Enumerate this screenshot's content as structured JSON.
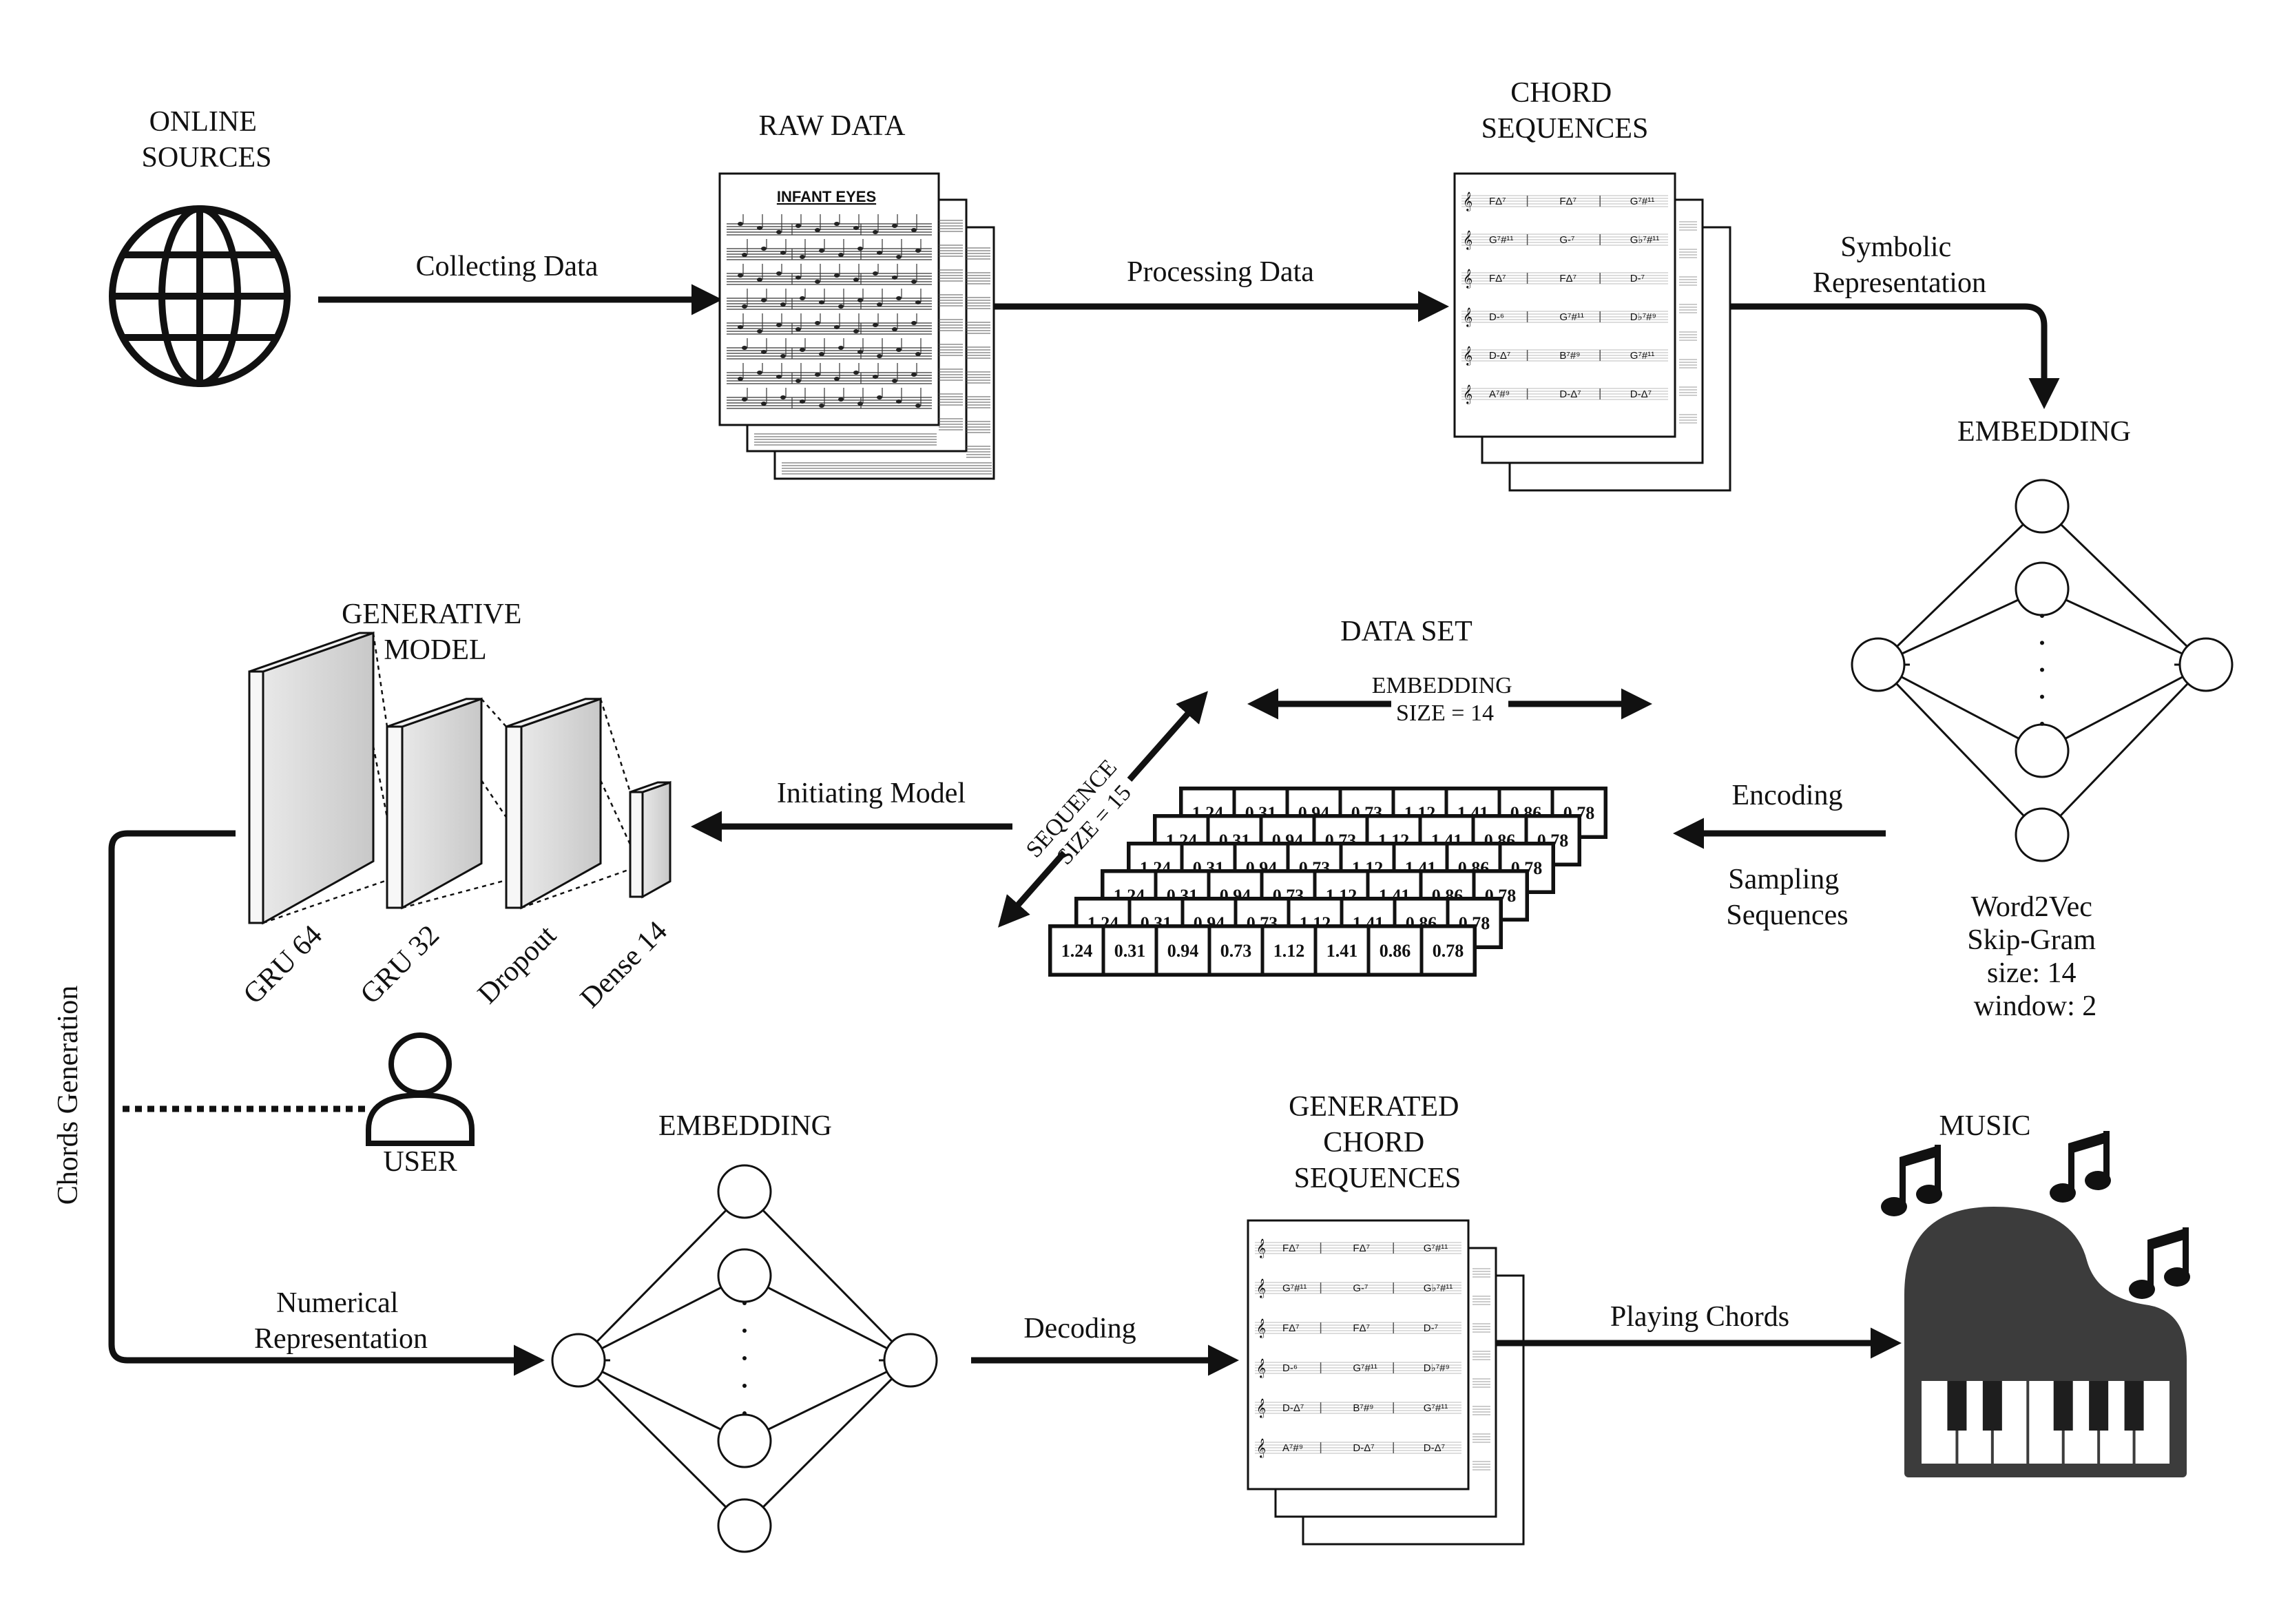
{
  "nodes": {
    "online_sources": [
      "ONLINE",
      "SOURCES"
    ],
    "raw_data": "RAW DATA",
    "raw_sheet_title": "INFANT EYES",
    "chord_sequences": [
      "CHORD",
      "SEQUENCES"
    ],
    "embedding_top": "EMBEDDING",
    "generative_model": [
      "GENERATIVE",
      "MODEL"
    ],
    "data_set": "DATA SET",
    "embedding_bottom": "EMBEDDING",
    "generated_chord_sequences": [
      "GENERATED",
      "CHORD",
      "SEQUENCES"
    ],
    "music": "MUSIC",
    "user": "USER"
  },
  "edges": {
    "collecting_data": "Collecting Data",
    "processing_data": "Processing Data",
    "symbolic_representation": [
      "Symbolic",
      "Representation"
    ],
    "encoding": "Encoding",
    "sampling_sequences": [
      "Sampling",
      "Sequences"
    ],
    "initiating_model": "Initiating Model",
    "chords_generation": "Chords Generation",
    "numerical_representation": [
      "Numerical",
      "Representation"
    ],
    "decoding": "Decoding",
    "playing_chords": "Playing Chords"
  },
  "embedding_params": [
    "Word2Vec",
    "Skip-Gram",
    "size: 14",
    "window: 2"
  ],
  "dataset": {
    "embedding_size": [
      "EMBEDDING",
      "SIZE = 14"
    ],
    "sequence_size": [
      "SEQUENCE",
      "SIZE = 15"
    ],
    "values": [
      "1.24",
      "0.31",
      "0.94",
      "0.73",
      "1.12",
      "1.41",
      "0.86",
      "0.78"
    ]
  },
  "model_layers": [
    "GRU 64",
    "GRU 32",
    "Dropout",
    "Dense 14"
  ],
  "chord_rows": [
    [
      "FΔ⁷",
      "FΔ⁷",
      "G⁷#¹¹"
    ],
    [
      "G⁷#¹¹",
      "G-⁷",
      "G♭⁷#¹¹"
    ],
    [
      "FΔ⁷",
      "FΔ⁷",
      "D-⁷"
    ],
    [
      "D-⁶",
      "G⁷#¹¹",
      "D♭⁷#⁹"
    ],
    [
      "D-Δ⁷",
      "B⁷#⁹",
      "G⁷#¹¹"
    ],
    [
      "A⁷#⁹",
      "D-Δ⁷",
      "D-Δ⁷"
    ]
  ],
  "colors": {
    "line": "#111111",
    "shade": "#d4d4d4",
    "piano": "#3c3c3c"
  }
}
